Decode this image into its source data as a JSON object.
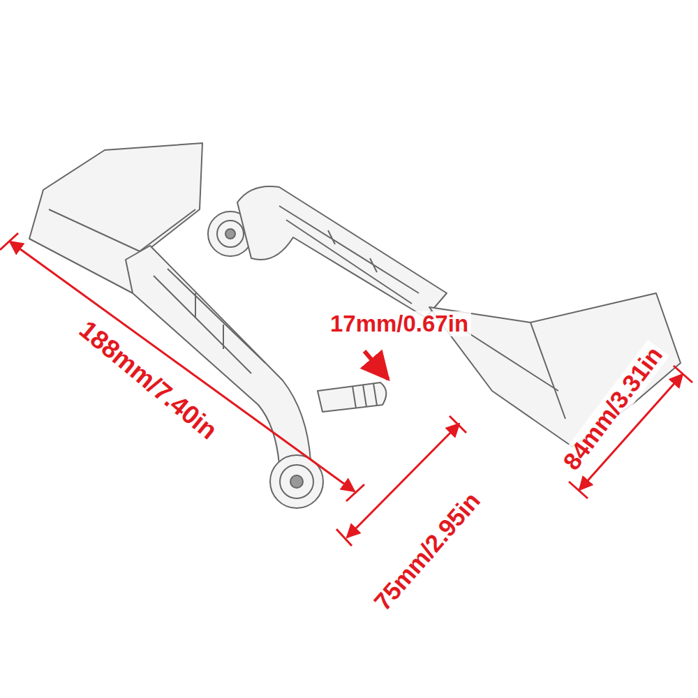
{
  "diagram": {
    "labels": [
      "188mm/7.40in",
      "17mm/0.67in",
      "75mm/2.95in",
      "84mm/3.31in"
    ]
  }
}
